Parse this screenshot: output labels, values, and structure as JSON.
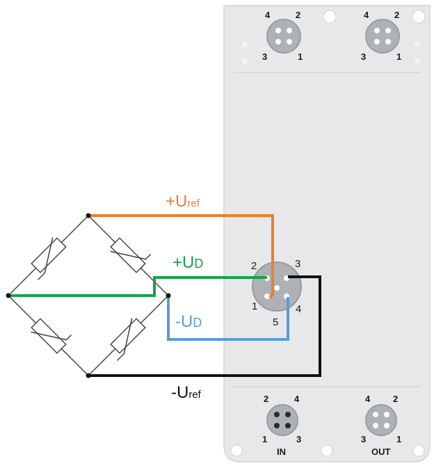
{
  "colors": {
    "uref_plus": "#ef7d2c",
    "ud_plus": "#16a34a",
    "ud_minus": "#5a9bd5",
    "uref_minus": "#111111",
    "housing": "#e6e8ea",
    "connector": "#aeb1b5"
  },
  "wire_labels": {
    "uref_plus": {
      "main": "+U",
      "sub": "ref"
    },
    "ud_plus": {
      "main": "+U",
      "sub": "D"
    },
    "ud_minus": {
      "main": "-U",
      "sub": "D"
    },
    "uref_minus": {
      "main": "-U",
      "sub": "ref"
    }
  },
  "main_connector_pins": {
    "p1": "1",
    "p2": "2",
    "p3": "3",
    "p4": "4",
    "p5": "5"
  },
  "top_connectors": [
    {
      "p1": "1",
      "p2": "2",
      "p3": "3",
      "p4": "4"
    },
    {
      "p1": "1",
      "p2": "2",
      "p3": "3",
      "p4": "4"
    }
  ],
  "bottom_connectors": [
    {
      "label": "IN",
      "p1": "1",
      "p2": "2",
      "p3": "3",
      "p4": "4"
    },
    {
      "label": "OUT",
      "p1": "1",
      "p2": "2",
      "p3": "3",
      "p4": "4"
    }
  ]
}
